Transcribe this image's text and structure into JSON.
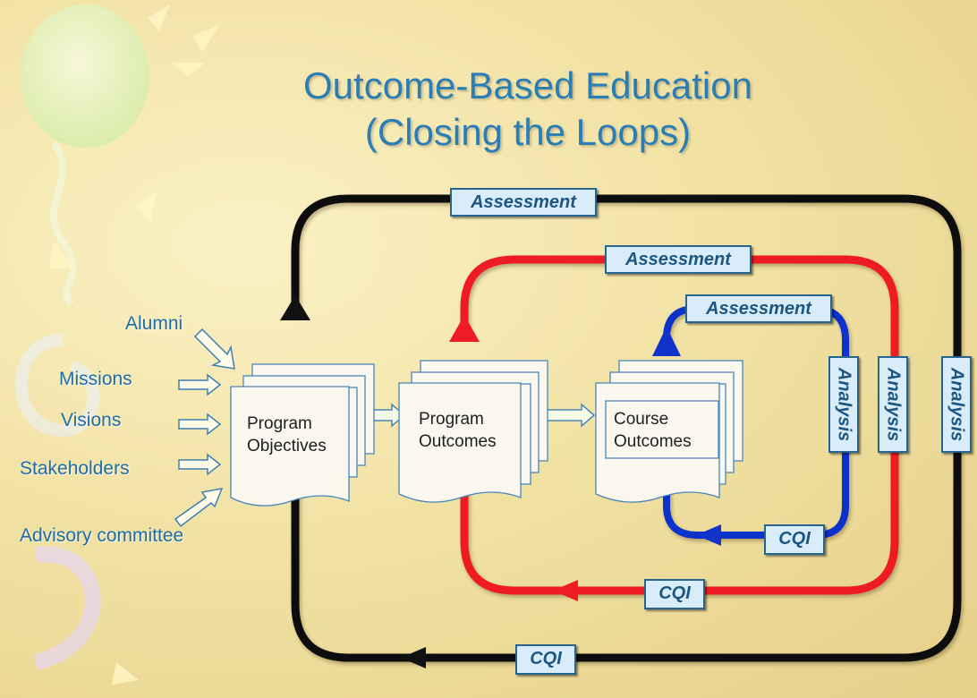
{
  "title": {
    "line1": "Outcome-Based Education",
    "line2": "(Closing the Loops)"
  },
  "inputs": [
    "Alumni",
    "Missions",
    "Visions",
    "Stakeholders",
    "Advisory committee"
  ],
  "documents": {
    "program_objectives": {
      "line1": "Program",
      "line2": "Objectives"
    },
    "program_outcomes": {
      "line1": "Program",
      "line2": "Outcomes"
    },
    "course_outcomes": {
      "line1": "Course",
      "line2": "Outcomes"
    }
  },
  "loops": {
    "outer": {
      "color": "#111111",
      "assessment": "Assessment",
      "analysis": "Analysis",
      "cqi": "CQI"
    },
    "middle": {
      "color": "#ee1c24",
      "assessment": "Assessment",
      "analysis": "Analysis",
      "cqi": "CQI"
    },
    "inner": {
      "color": "#1133cc",
      "assessment": "Assessment",
      "analysis": "Analysis",
      "cqi": "CQI"
    }
  },
  "colors": {
    "title": "#2a7db5",
    "tag_fill": "#d8ecfa",
    "tag_border": "#27648f",
    "document_border": "#4a86b8"
  }
}
